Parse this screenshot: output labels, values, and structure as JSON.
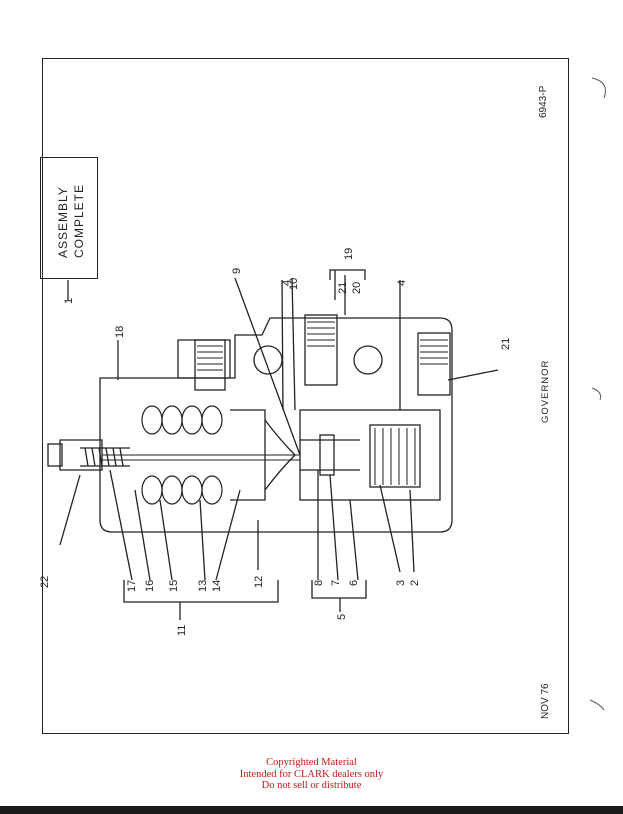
{
  "drawing": {
    "title": "GOVERNOR",
    "code": "6943-P",
    "date": "NOV 76",
    "assembly_box": [
      "ASSEMBLY",
      "COMPLETE"
    ],
    "callouts": [
      "1",
      "2",
      "3",
      "4",
      "4",
      "5",
      "6",
      "7",
      "8",
      "9",
      "10",
      "11",
      "12",
      "13",
      "14",
      "15",
      "16",
      "17",
      "18",
      "19",
      "20",
      "21",
      "21",
      "22"
    ]
  },
  "footer": {
    "line1": "Copyrighted Material",
    "line2": "Intended for CLARK dealers only",
    "line3": "Do not sell or distribute"
  }
}
